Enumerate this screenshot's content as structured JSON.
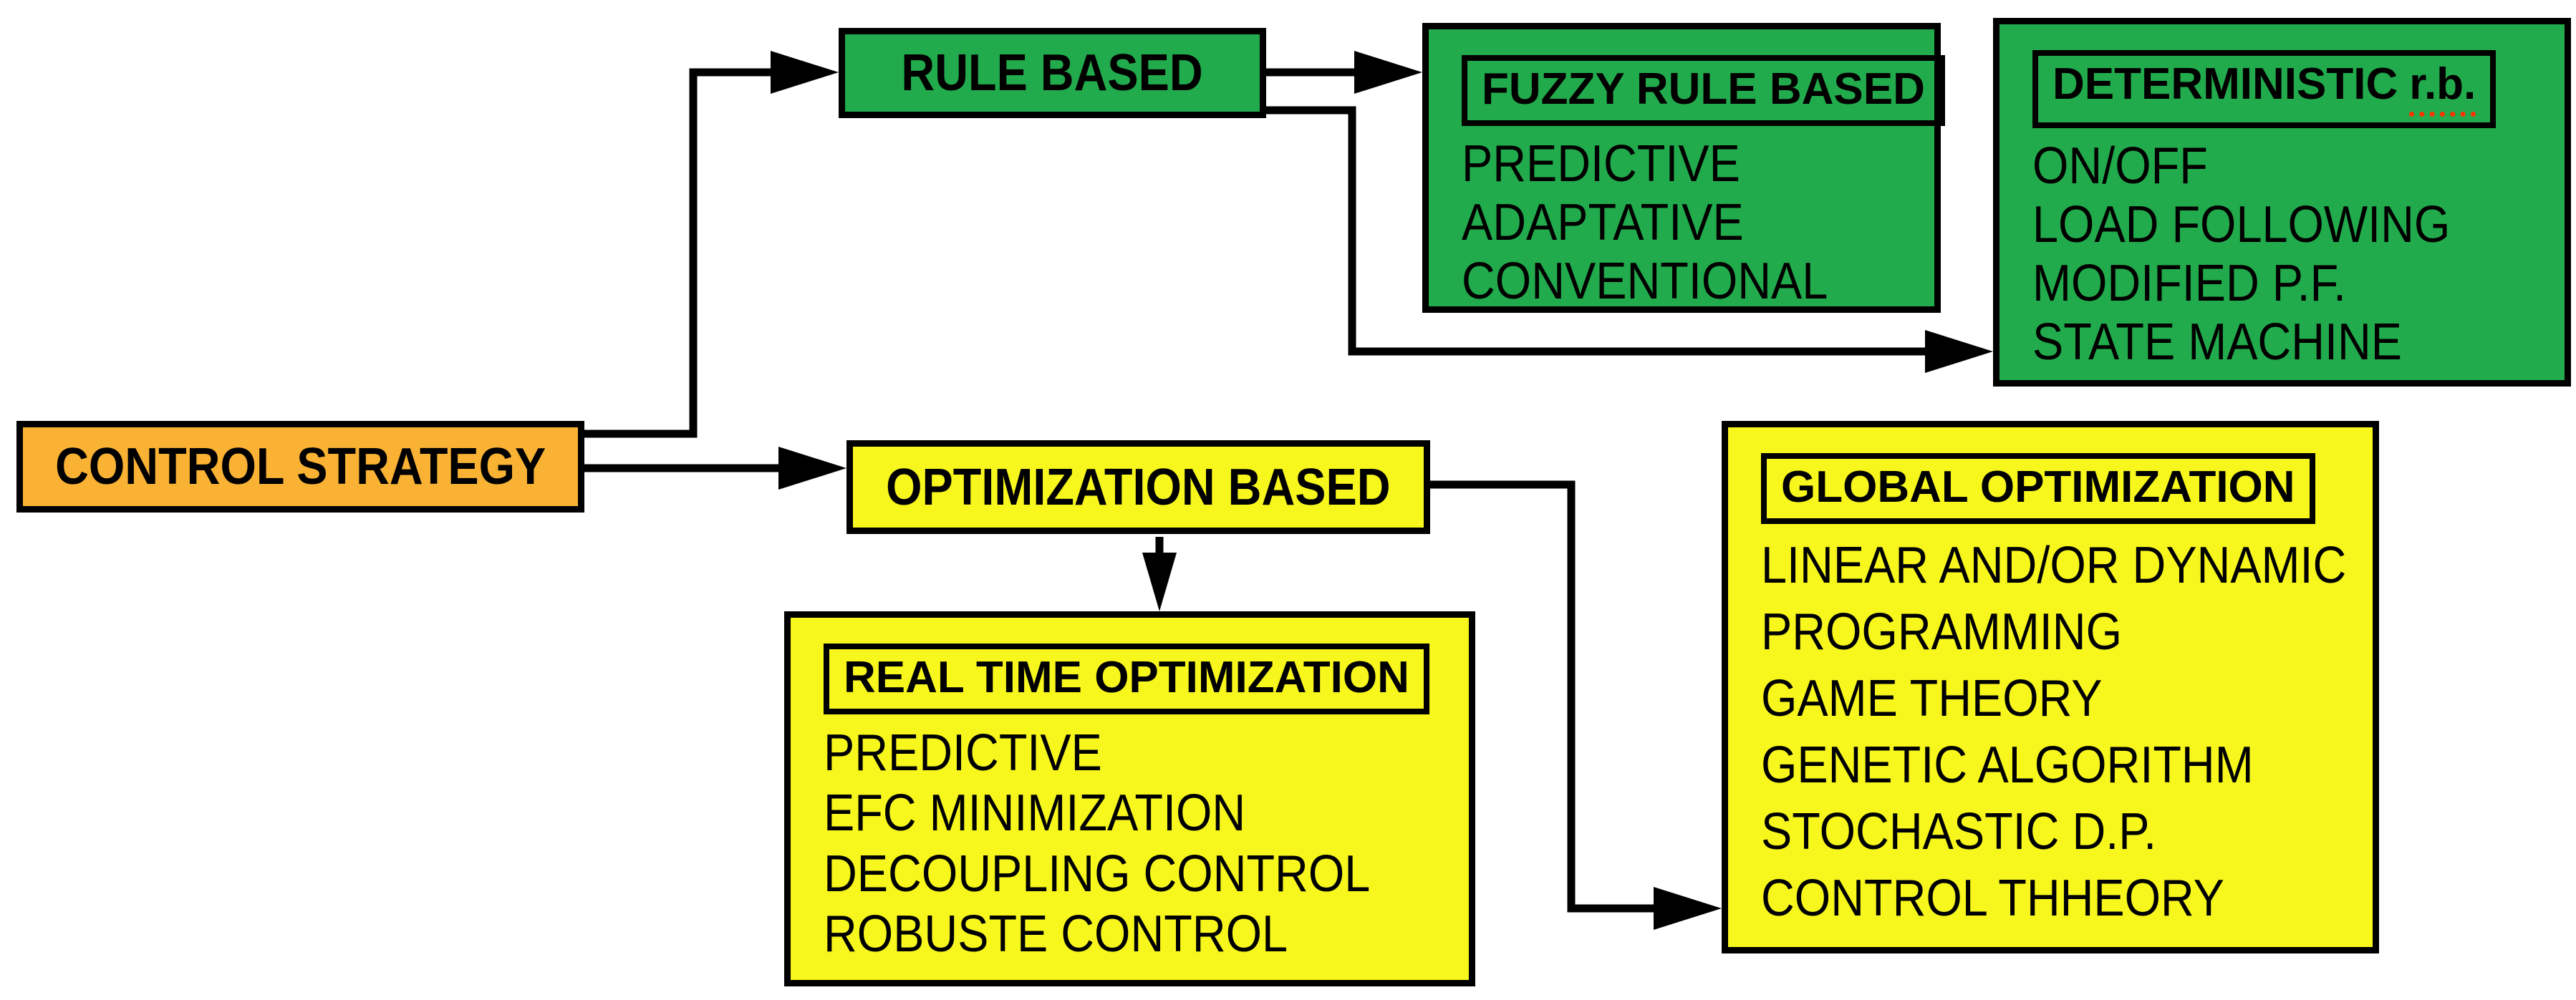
{
  "colors": {
    "orange": "#F9B233",
    "green": "#21AB4C",
    "yellow": "#F7F71E",
    "line": "#000000",
    "spellcheck_red": "#FF3300"
  },
  "nodes": {
    "control_strategy": {
      "label": "CONTROL STRATEGY"
    },
    "rule_based": {
      "label": "RULE BASED"
    },
    "optimization_based": {
      "label": "OPTIMIZATION BASED"
    },
    "fuzzy_rule_based": {
      "title": "FUZZY RULE BASED",
      "items": [
        "PREDICTIVE",
        "ADAPTATIVE",
        "CONVENTIONAL"
      ]
    },
    "deterministic_rb": {
      "title_main": "DETERMINISTIC",
      "title_suffix": "r.b.",
      "items": [
        "ON/OFF",
        "LOAD FOLLOWING",
        "MODIFIED P.F.",
        "STATE MACHINE"
      ]
    },
    "real_time_optimization": {
      "title": "REAL TIME OPTIMIZATION",
      "items": [
        "PREDICTIVE",
        "EFC MINIMIZATION",
        "DECOUPLING CONTROL",
        "ROBUSTE CONTROL"
      ]
    },
    "global_optimization": {
      "title": "GLOBAL OPTIMIZATION",
      "items": [
        "LINEAR AND/OR DYNAMIC",
        "PROGRAMMING",
        "GAME THEORY",
        "GENETIC ALGORITHM",
        "STOCHASTIC D.P.",
        "CONTROL THHEORY"
      ]
    }
  },
  "edges": [
    {
      "from": "control_strategy",
      "to": "rule_based"
    },
    {
      "from": "control_strategy",
      "to": "optimization_based"
    },
    {
      "from": "rule_based",
      "to": "fuzzy_rule_based"
    },
    {
      "from": "rule_based",
      "to": "deterministic_rb"
    },
    {
      "from": "optimization_based",
      "to": "real_time_optimization"
    },
    {
      "from": "optimization_based",
      "to": "global_optimization"
    }
  ]
}
